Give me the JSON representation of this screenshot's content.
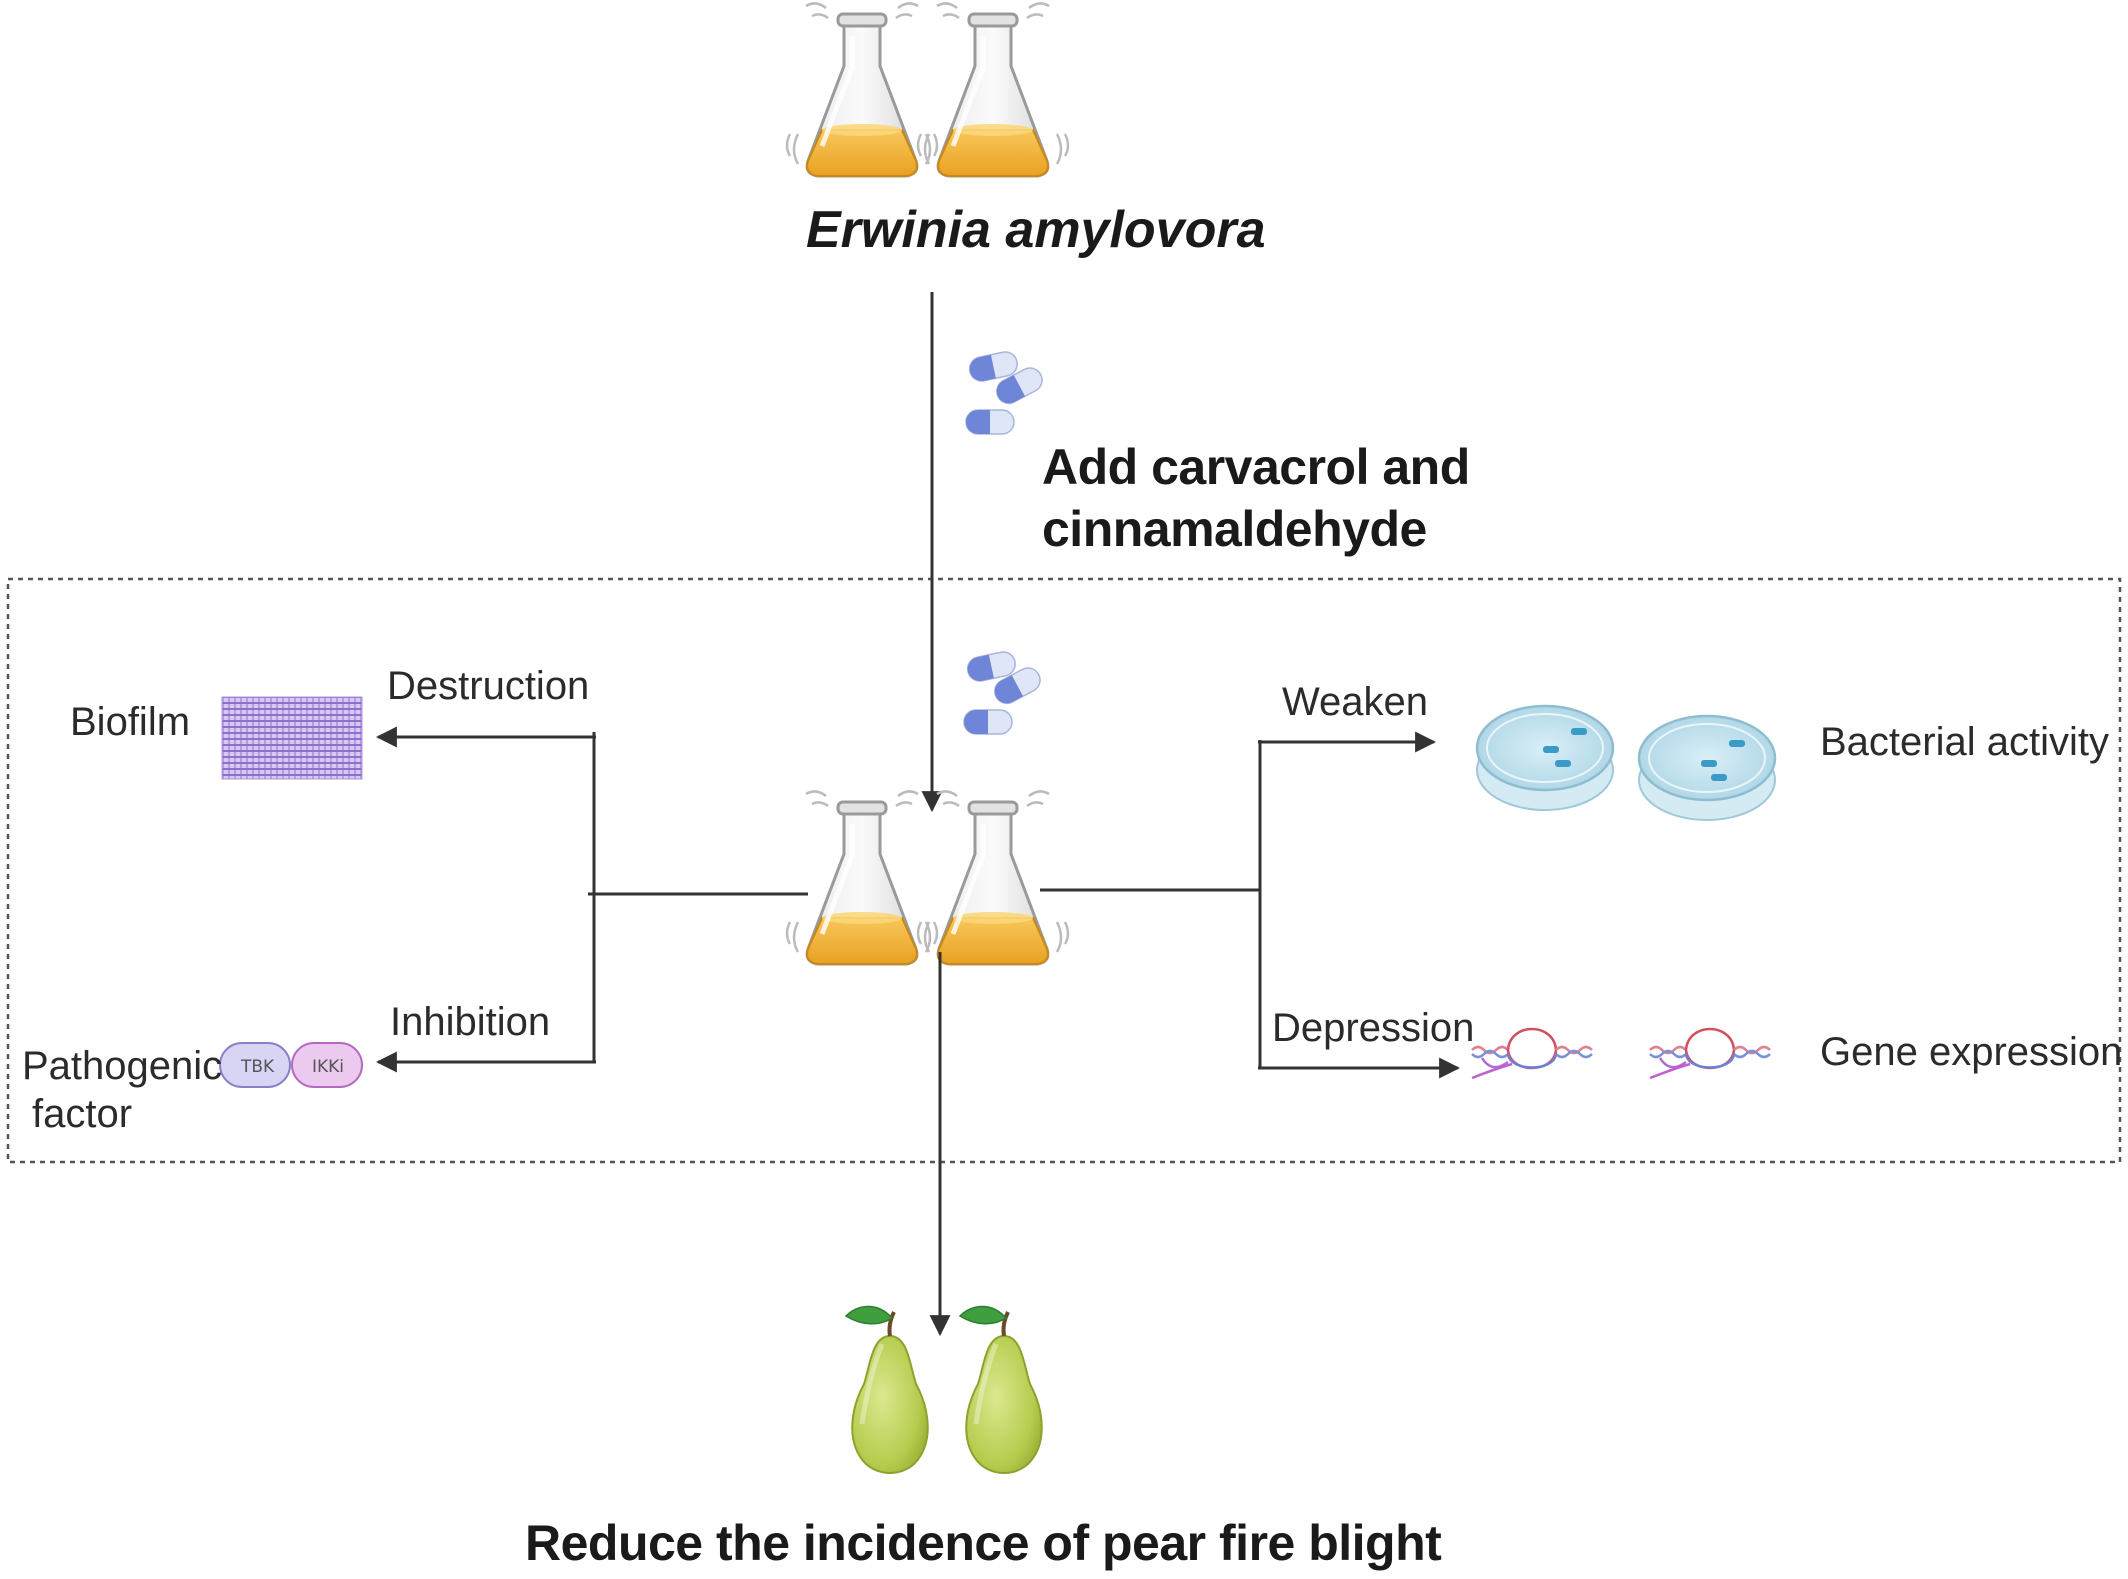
{
  "title": "Erwinia amylovora",
  "treatment": {
    "line1": "Add carvacrol and",
    "line2": "cinnamaldehyde"
  },
  "left": {
    "destruction": "Destruction",
    "biofilm": "Biofilm",
    "inhibition": "Inhibition",
    "pathogenic_line1": "Pathogenic",
    "pathogenic_line2": "factor",
    "protein_a": "TBK",
    "protein_b": "IKKi"
  },
  "right": {
    "weaken": "Weaken",
    "bacterial_activity": "Bacterial activity",
    "depression": "Depression",
    "gene_expression": "Gene expression"
  },
  "outcome": "Reduce the incidence of pear fire blight",
  "icons": [
    "erlenmeyer-flask-icon",
    "capsule-icon",
    "biofilm-icon",
    "petri-dish-icon",
    "dna-transcription-icon",
    "pear-icon",
    "protein-complex-icon"
  ],
  "colors": {
    "medium": "#f2b233",
    "capsule_blue": "#6f86d8",
    "biofilm": "#9a7bd1",
    "pear": "#b9cf5a",
    "leaf": "#3f9f3f",
    "petri": "#bfe0ec",
    "line": "#333333"
  }
}
